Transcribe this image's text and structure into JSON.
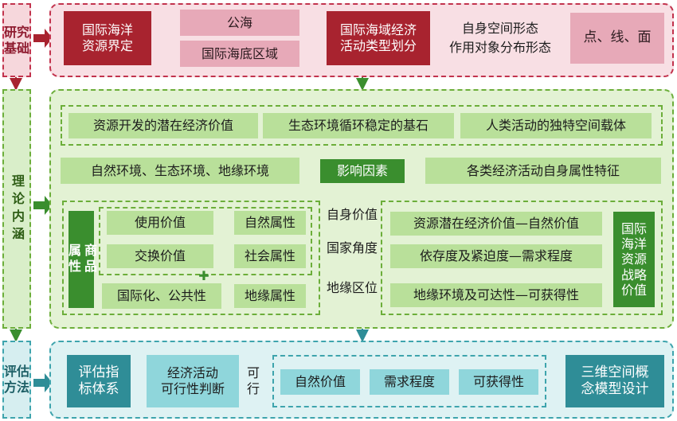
{
  "research_basis": {
    "side_label": "研究\n基础",
    "boundary": "国际海洋\n资源界定",
    "high_seas": "公海",
    "seabed_area": "国际海底区域",
    "activity_types": "国际海域经济\n活动类型划分",
    "spatial_form": "自身空间形态",
    "object_distribution": "作用对象分布形态",
    "point_line_plane": "点、线、面"
  },
  "theory": {
    "side_label": "理论内涵",
    "values": [
      "资源开发的潜在经济价值",
      "生态环境循环稳定的基石",
      "人类活动的独特空间载体"
    ],
    "environments": "自然环境、生态环境、地缘环境",
    "factors": "影响因素",
    "attributes": "各类经济活动自身属性特征",
    "commodity_attr": "商品\n属性",
    "use_value": "使用价值",
    "exchange_value": "交换价值",
    "intl_public": "国际化、公共性",
    "plus": "✚",
    "natural_attr": "自然属性",
    "social_attr": "社会属性",
    "geo_attr": "地缘属性",
    "own_value": "自身价值",
    "national_angle": "国家角度",
    "geo_location": "地缘区位",
    "resource_value": "资源潜在经济价值—自然价值",
    "dependence": "依存度及紧迫度—需求程度",
    "accessibility": "地缘环境及可达性—可获得性",
    "strategic_value": "国际\n海洋\n资源\n战略\n价值"
  },
  "evaluation": {
    "side_label": "评估\n方法",
    "index_system": "评估指\n标体系",
    "feasibility": "经济活动\n可行性判断",
    "feasible": "可\n行",
    "natural_value": "自然价值",
    "demand_degree": "需求程度",
    "obtainability": "可获得性",
    "model": "三维空间概\n念模型设计"
  },
  "colors": {
    "red": "#a8232f",
    "green": "#3a8e2e",
    "teal": "#2f8d97",
    "pink": "#c2334d"
  }
}
